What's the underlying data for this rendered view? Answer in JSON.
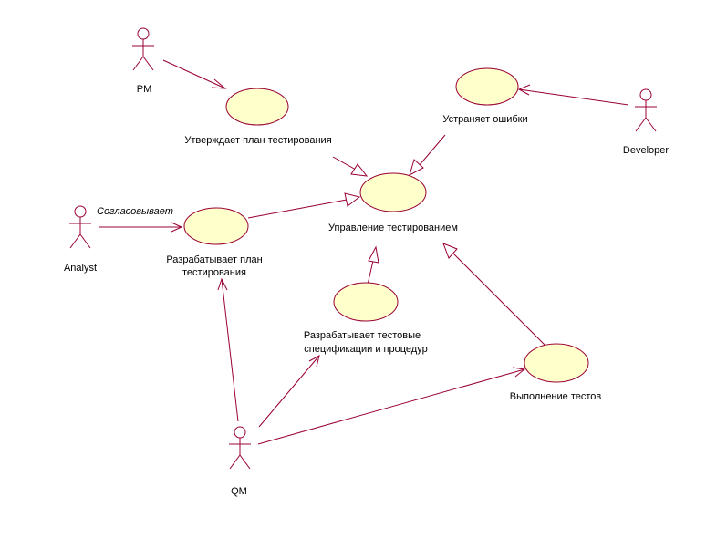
{
  "diagram": {
    "actors": {
      "pm": "PM",
      "developer": "Developer",
      "analyst": "Analyst",
      "qm": "QM"
    },
    "use_cases": {
      "approves_plan": "Утверждает план тестирования",
      "fixes_bugs": "Устраняет ошибки",
      "test_management": "Управление тестированием",
      "develops_plan_line1": "Разрабатывает план",
      "develops_plan_line2": "тестирования",
      "develops_specs_line1": "Разрабатывает тестовые",
      "develops_specs_line2": "спецификации и процедур",
      "runs_tests": "Выполнение тестов"
    },
    "edge_labels": {
      "agrees": "Согласовывает"
    },
    "colors": {
      "line": "#990033",
      "usecase_fill": "#ffffcc",
      "background": "#ffffff"
    }
  }
}
